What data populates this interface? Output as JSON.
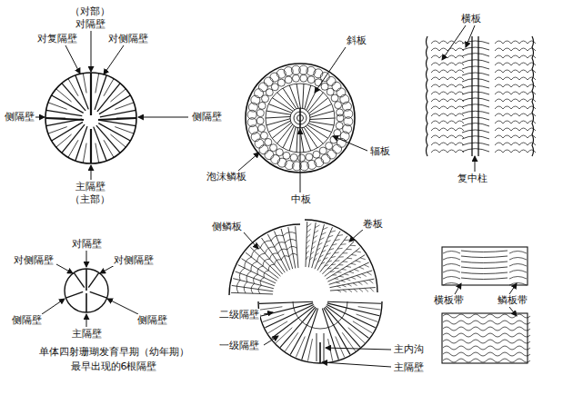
{
  "diagram": {
    "labels": [
      "（对部）",
      "对隔壁",
      "对复隔壁",
      "对侧隔壁",
      "侧隔壁",
      "侧隔壁",
      "主隔壁",
      "（主部）",
      "斜板",
      "泡沫鳞板",
      "辐板",
      "中板",
      "横板",
      "复中柱",
      "对隔壁",
      "对侧隔壁",
      "对侧隔壁",
      "侧隔壁",
      "主隔壁",
      "侧隔壁",
      "单体四射珊瑚发育早期（幼年期） 最早出现的6根隔壁",
      "侧鳞板",
      "卷板",
      "二级隔壁",
      "一级隔壁",
      "主内沟",
      "主隔壁",
      "横板带",
      "鳞板带"
    ]
  }
}
